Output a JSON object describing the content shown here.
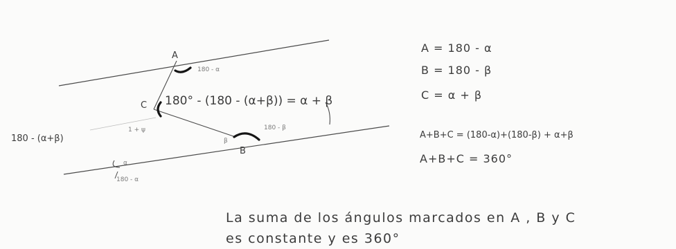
{
  "diagram": {
    "labels": {
      "A": "A",
      "B": "B",
      "C": "C",
      "beta": "β",
      "alpha": "α",
      "angle_a": "180 - α",
      "angle_b": "180 - β",
      "angle_bottom": "180 - α",
      "angle_c_expr": "180° - (180 - (α+β)) = α + β",
      "left_expr": "180 - (α+β)",
      "left_mark": "1 + ψ"
    }
  },
  "equations": {
    "eq1": "A = 180 - α",
    "eq2": "B = 180 - β",
    "eq3": "C = α + β",
    "eq4": "A+B+C = (180-α)+(180-β) + α+β",
    "eq5": "A+B+C = 360°"
  },
  "conclusion": {
    "line1": "La suma de los ángulos marcados en A , B y C",
    "line2": "es constante y es 360°"
  }
}
